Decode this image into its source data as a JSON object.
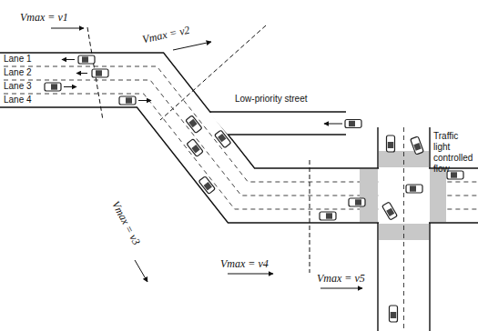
{
  "diagram": {
    "labels": [
      "Vmax = v1",
      "Vmax = v2",
      "Lane 1",
      "Lane 2",
      "Lane 3",
      "Lane 4",
      "Low-priority street",
      "Traffic light controlled flow",
      "Vmax = v3",
      "Vmax = v4",
      "Vmax = v5"
    ]
  }
}
